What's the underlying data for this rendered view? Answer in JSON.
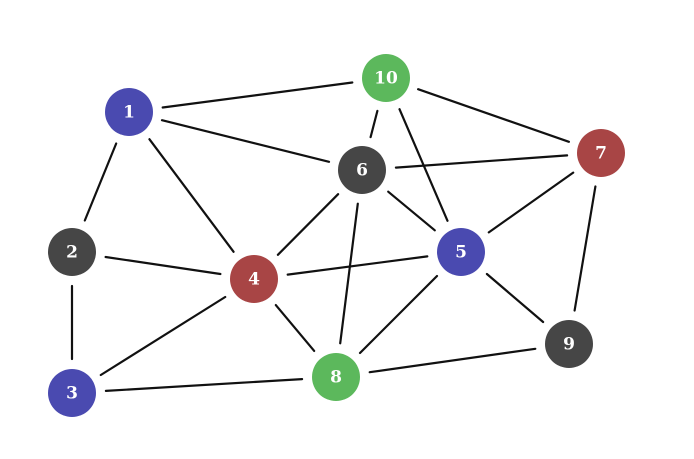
{
  "colors": {
    "blue": "#4a4ab0",
    "red": "#a84545",
    "green": "#5cb85c",
    "gray": "#464646"
  },
  "nodes": [
    {
      "id": "1",
      "color": "blue"
    },
    {
      "id": "2",
      "color": "gray"
    },
    {
      "id": "3",
      "color": "blue"
    },
    {
      "id": "4",
      "color": "red"
    },
    {
      "id": "5",
      "color": "blue"
    },
    {
      "id": "6",
      "color": "gray"
    },
    {
      "id": "7",
      "color": "red"
    },
    {
      "id": "8",
      "color": "green"
    },
    {
      "id": "9",
      "color": "gray"
    },
    {
      "id": "10",
      "color": "green"
    }
  ],
  "edges": [
    [
      "1",
      "10"
    ],
    [
      "1",
      "6"
    ],
    [
      "1",
      "2"
    ],
    [
      "1",
      "4"
    ],
    [
      "10",
      "6"
    ],
    [
      "10",
      "5"
    ],
    [
      "10",
      "7"
    ],
    [
      "6",
      "7"
    ],
    [
      "6",
      "5"
    ],
    [
      "6",
      "4"
    ],
    [
      "6",
      "8"
    ],
    [
      "7",
      "5"
    ],
    [
      "7",
      "9"
    ],
    [
      "2",
      "4"
    ],
    [
      "2",
      "3"
    ],
    [
      "4",
      "5"
    ],
    [
      "4",
      "3"
    ],
    [
      "4",
      "8"
    ],
    [
      "5",
      "8"
    ],
    [
      "5",
      "9"
    ],
    [
      "3",
      "8"
    ],
    [
      "8",
      "9"
    ]
  ]
}
